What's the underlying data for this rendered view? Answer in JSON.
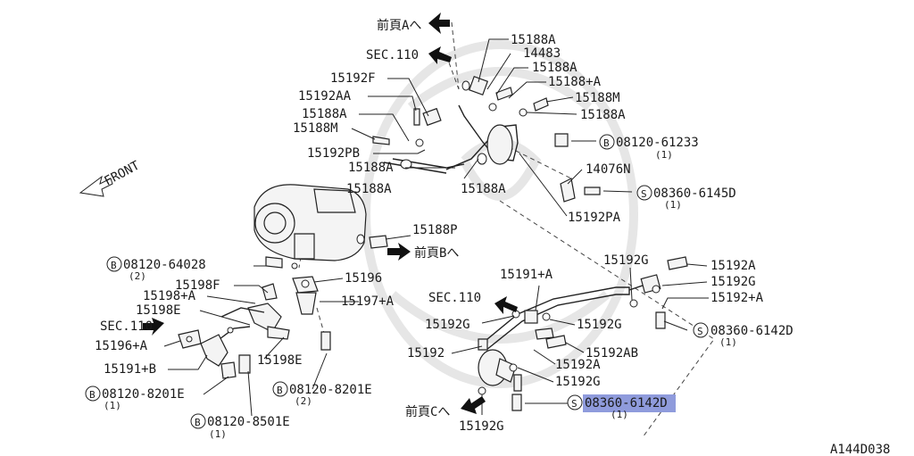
{
  "diagram": {
    "doc_code": "A144D038",
    "front_label": "FRONT",
    "highlight_color": "#8f9bdc",
    "arrows": {
      "prev_a": "前頁Aへ",
      "prev_b": "前頁Bへ",
      "prev_c": "前頁Cへ",
      "sec_top": "SEC.110",
      "sec_mid": "SEC.110",
      "sec_left": "SEC.110"
    },
    "labels": {
      "p15188a_1": "15188A",
      "p14483": "14483",
      "p15188a_2": "15188A",
      "p15188pa": "15188+A",
      "p15188m_r": "15188M",
      "p15188a_3": "15188A",
      "p15192f": "15192F",
      "p15192aa": "15192AA",
      "p15188a_l": "15188A",
      "p15188m_l": "15188M",
      "p15192pb": "15192PB",
      "p15188a_pb": "15188A",
      "p15188a_mid": "15188A",
      "p15188a_c": "15188A",
      "p15188p": "15188P",
      "p15192pa": "15192PA",
      "p14076n": "14076N",
      "p15196": "15196",
      "p15197a": "15197+A",
      "p15198f": "15198F",
      "p15198a": "15198+A",
      "p15198e_1": "15198E",
      "p15196a": "15196+A",
      "p15191b": "15191+B",
      "p15198e_2": "15198E",
      "p15191a": "15191+A",
      "p15192g_1": "15192G",
      "p15192g_2": "15192G",
      "p15192g_3": "15192G",
      "p15192": "15192",
      "p15192a_1": "15192A",
      "p15192g_4": "15192G",
      "p15192a_2": "15192A",
      "p15192g_5": "15192G",
      "p15192pa_r": "15192+A",
      "p15192ab": "15192AB",
      "p15192g_6": "15192G"
    },
    "fasteners": [
      {
        "mark": "B",
        "code": "08120-61233",
        "qty": "(1)"
      },
      {
        "mark": "S",
        "code": "08360-6145D",
        "qty": "(1)"
      },
      {
        "mark": "B",
        "code": "08120-64028",
        "qty": "(2)"
      },
      {
        "mark": "S",
        "code": "08360-6142D",
        "qty": "(1)"
      },
      {
        "mark": "B",
        "code": "08120-8201E",
        "qty": "(1)"
      },
      {
        "mark": "B",
        "code": "08120-8201E",
        "qty": "(2)"
      },
      {
        "mark": "B",
        "code": "08120-8501E",
        "qty": "(1)"
      },
      {
        "mark": "S",
        "code": "08360-6142D",
        "qty": "(1)"
      }
    ]
  }
}
